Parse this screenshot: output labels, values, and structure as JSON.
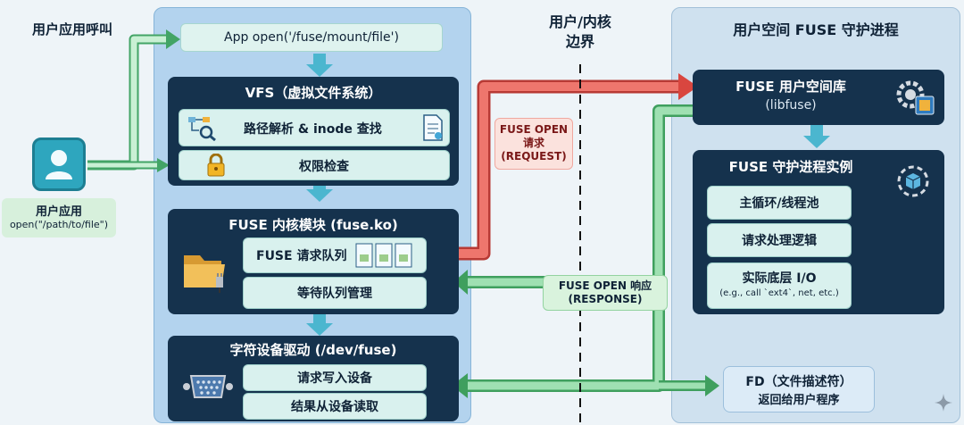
{
  "left": {
    "call_title": "用户应用呼叫",
    "user_app_label": "用户应用",
    "user_app_code": "open(\"/path/to/file\")"
  },
  "kernel": {
    "app_open": "App open('/fuse/mount/file')",
    "vfs_title": "VFS（虚拟文件系统）",
    "vfs_items": [
      "路径解析 & inode 查找",
      "权限检查"
    ],
    "fuse_title": "FUSE 内核模块 (fuse.ko)",
    "fuse_items": [
      "FUSE 请求队列",
      "等待队列管理"
    ],
    "dev_title": "字符设备驱动 (/dev/fuse)",
    "dev_items": [
      "请求写入设备",
      "结果从设备读取"
    ]
  },
  "boundary": {
    "title_line1": "用户/内核",
    "title_line2": "边界"
  },
  "request_tag": [
    "FUSE OPEN",
    "请求",
    "(REQUEST)"
  ],
  "response_tag": [
    "FUSE OPEN 响应",
    "(RESPONSE)"
  ],
  "user_space": {
    "title": "用户空间 FUSE 守护进程",
    "lib_title": "FUSE 用户空间库",
    "lib_sub": "(libfuse)",
    "daemon_title": "FUSE 守护进程实例",
    "daemon_items": [
      "主循环/线程池",
      "请求处理逻辑",
      "实际底层 I/O"
    ],
    "io_sub": "(e.g., call `ext4`, net, etc.)",
    "fd_line1": "FD（文件描述符）",
    "fd_line2": "返回给用户程序"
  },
  "colors": {
    "request_arrow": "#e4544c",
    "response_arrow": "#66c88a",
    "dark_box": "#15324d",
    "kernel_panel": "#b3d3ee",
    "user_panel": "#cfe1ef"
  }
}
